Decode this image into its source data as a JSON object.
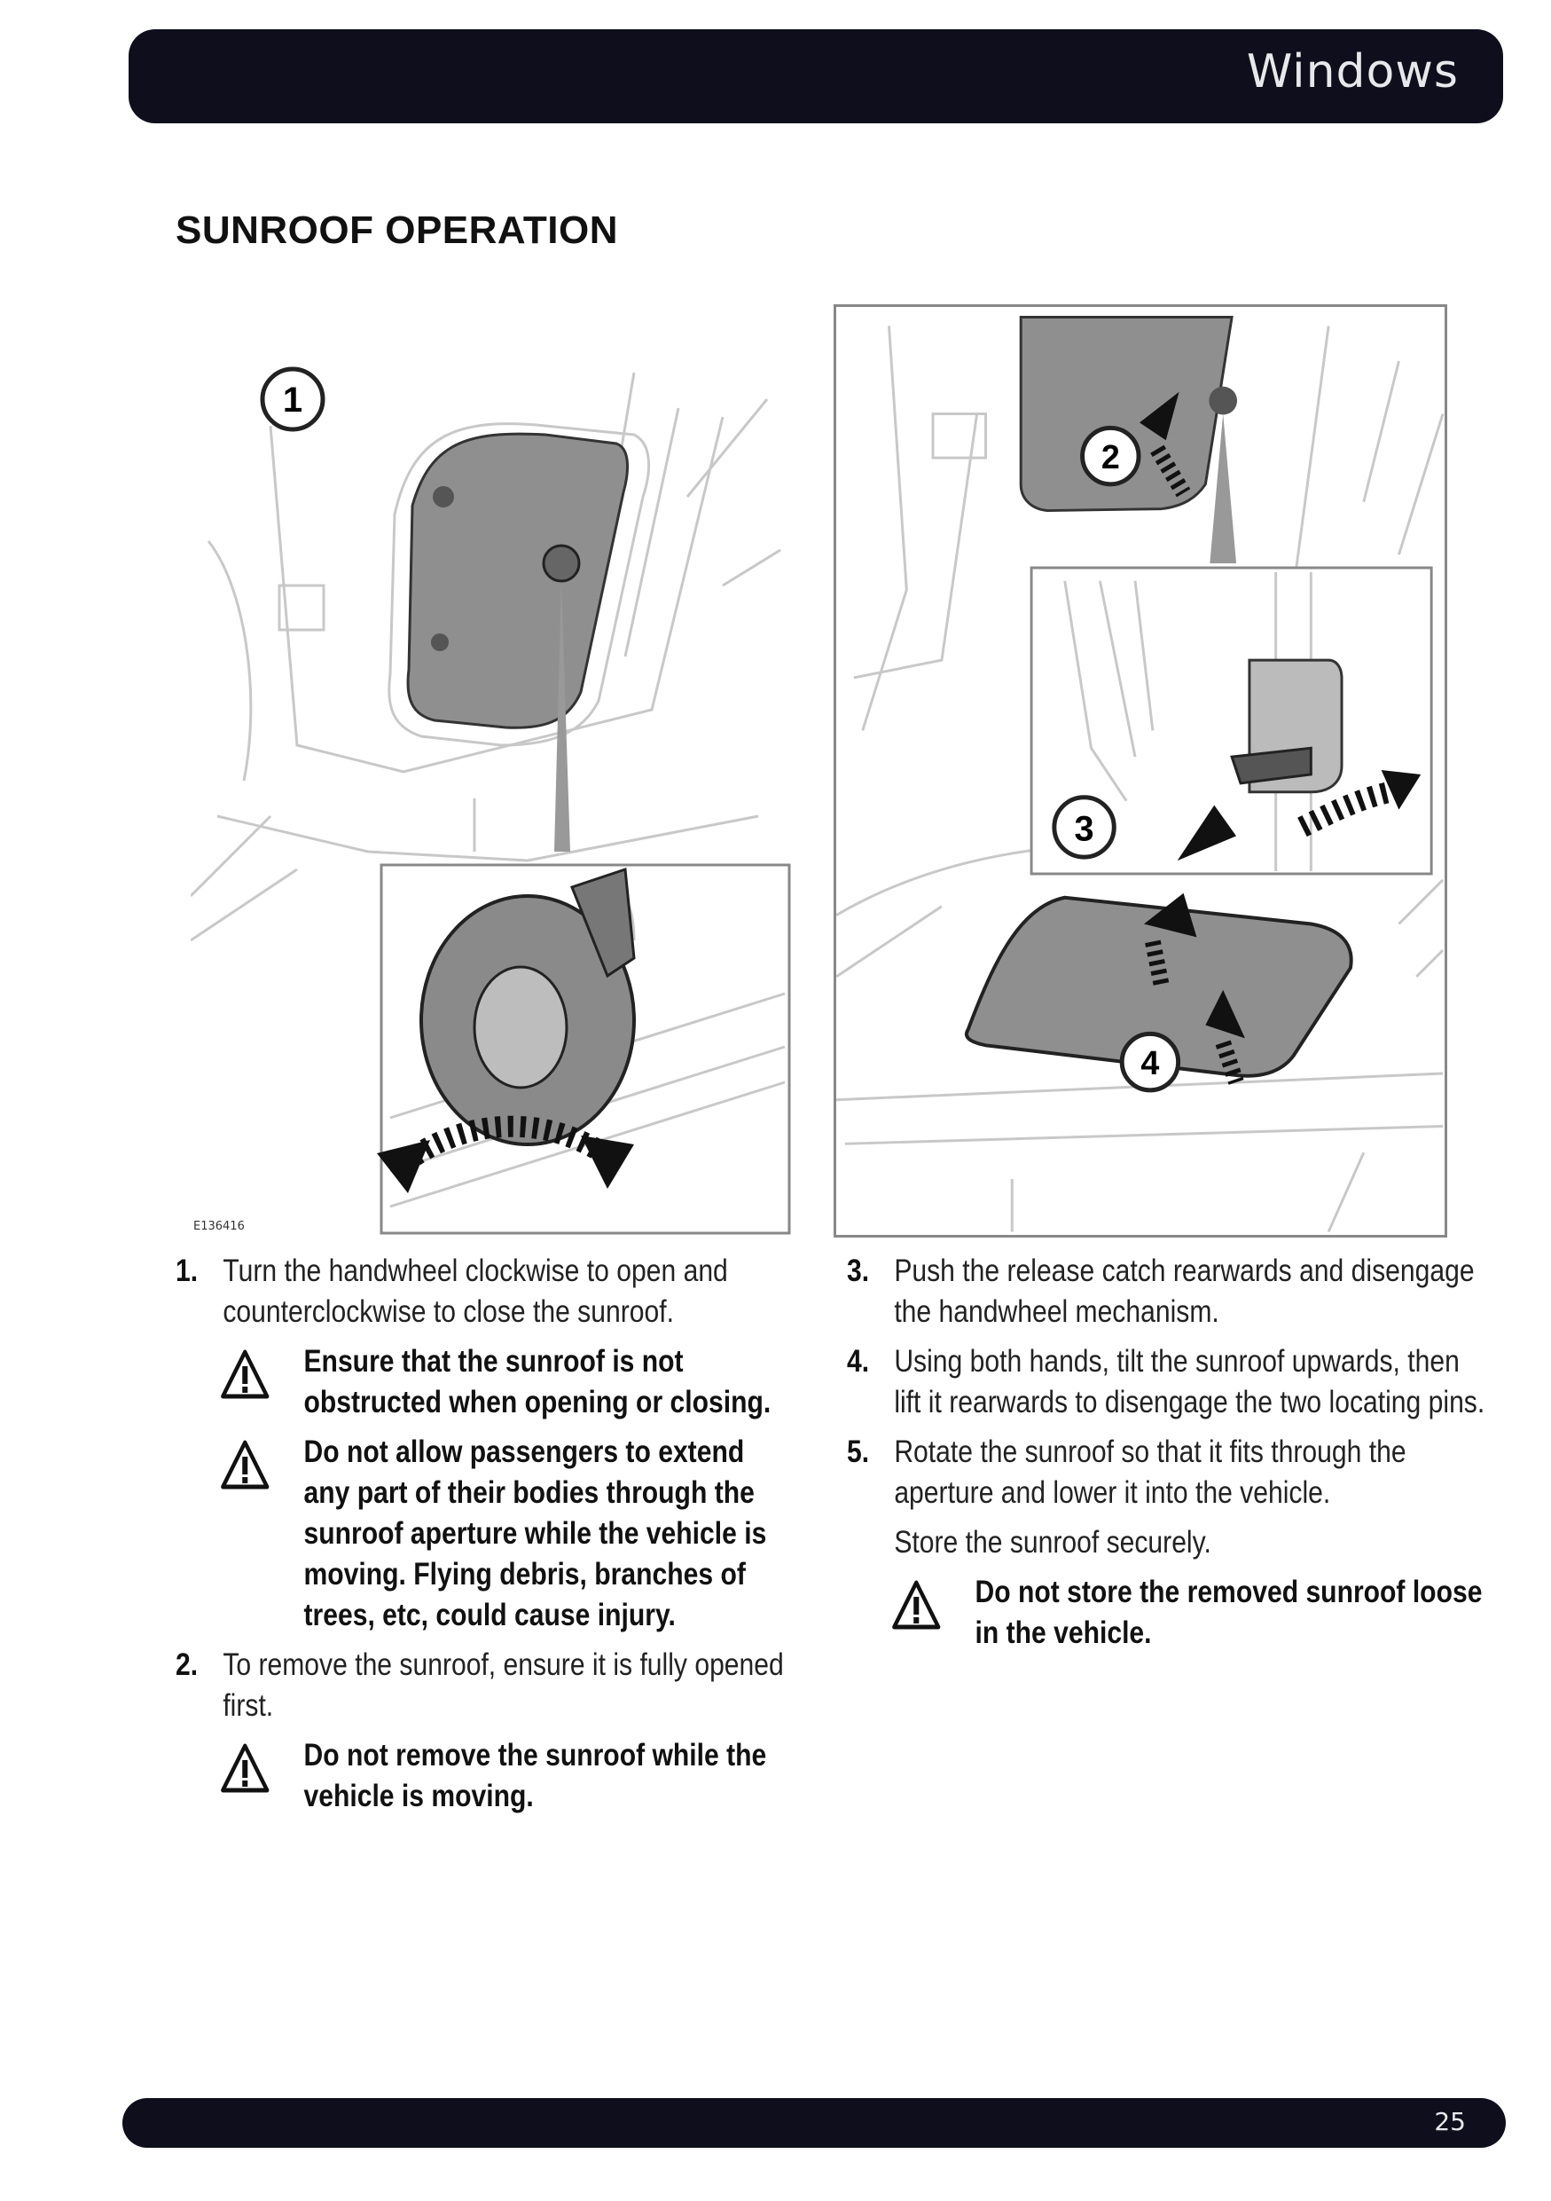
{
  "header": {
    "title": "Windows"
  },
  "section": {
    "heading": "SUNROOF OPERATION"
  },
  "figure": {
    "code": "E136416",
    "callouts": [
      "1",
      "2",
      "3",
      "4"
    ]
  },
  "left_column": {
    "step1": {
      "number": "1.",
      "text": "Turn the handwheel clockwise to open and counterclockwise to close the sunroof."
    },
    "warning1": "Ensure that the sunroof is not obstructed when opening or closing.",
    "warning2": "Do not allow passengers to extend any part of their bodies through the sunroof aperture while the vehicle is moving. Flying debris, branches of trees, etc, could cause injury.",
    "step2": {
      "number": "2.",
      "text": "To remove the sunroof, ensure it is fully opened first."
    },
    "warning3": "Do not remove the sunroof while the vehicle is moving."
  },
  "right_column": {
    "step3": {
      "number": "3.",
      "text": "Push the release catch rearwards and disengage the handwheel mechanism."
    },
    "step4": {
      "number": "4.",
      "text": "Using both hands, tilt the sunroof upwards, then lift it rearwards to disengage the two locating pins."
    },
    "step5": {
      "number": "5.",
      "text": "Rotate the sunroof so that it fits through the aperture and lower it into the vehicle."
    },
    "step5_note": "Store the sunroof securely.",
    "warning4": "Do not store the removed sunroof loose in the vehicle."
  },
  "footer": {
    "page_number": "25"
  },
  "icons": {
    "warning": "warning-triangle-icon",
    "arrow": "direction-arrow-icon"
  },
  "colors": {
    "bar": "#0e0e1c",
    "bar_text": "#e8e8ec",
    "panel_fill": "#8a8a8a",
    "line": "#c8c8c8"
  }
}
